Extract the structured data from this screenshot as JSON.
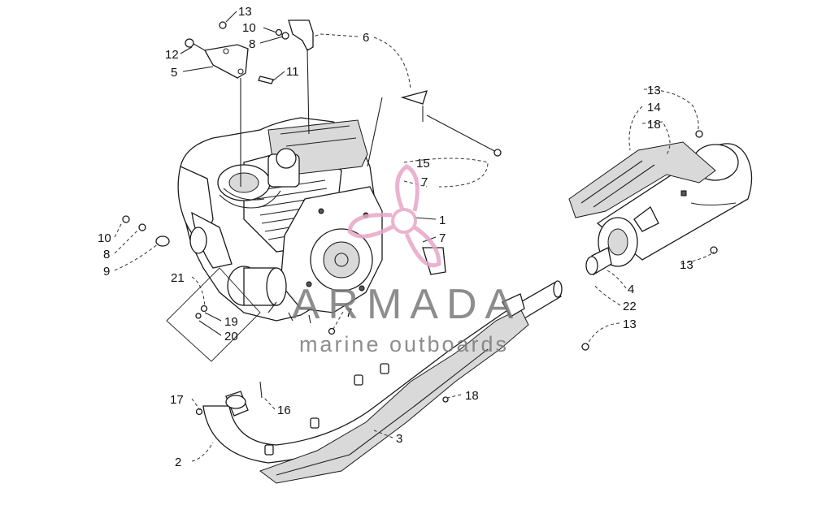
{
  "diagram": {
    "callouts": [
      {
        "id": "c13a",
        "text": "13"
      },
      {
        "id": "c10a",
        "text": "10"
      },
      {
        "id": "c8a",
        "text": "8"
      },
      {
        "id": "c6",
        "text": "6"
      },
      {
        "id": "c12",
        "text": "12"
      },
      {
        "id": "c5",
        "text": "5"
      },
      {
        "id": "c11",
        "text": "11"
      },
      {
        "id": "c13b",
        "text": "13"
      },
      {
        "id": "c14",
        "text": "14"
      },
      {
        "id": "c18a",
        "text": "18"
      },
      {
        "id": "c15",
        "text": "15"
      },
      {
        "id": "c7a",
        "text": "7"
      },
      {
        "id": "c1",
        "text": "1"
      },
      {
        "id": "c7b",
        "text": "7"
      },
      {
        "id": "c10b",
        "text": "10"
      },
      {
        "id": "c8b",
        "text": "8"
      },
      {
        "id": "c9",
        "text": "9"
      },
      {
        "id": "c13c",
        "text": "13"
      },
      {
        "id": "c21",
        "text": "21"
      },
      {
        "id": "c4",
        "text": "4"
      },
      {
        "id": "c22",
        "text": "22"
      },
      {
        "id": "c7c",
        "text": "7"
      },
      {
        "id": "c19",
        "text": "19"
      },
      {
        "id": "c13d",
        "text": "13"
      },
      {
        "id": "c20",
        "text": "20"
      },
      {
        "id": "c17",
        "text": "17"
      },
      {
        "id": "c18b",
        "text": "18"
      },
      {
        "id": "c16",
        "text": "16"
      },
      {
        "id": "c3",
        "text": "3"
      },
      {
        "id": "c2",
        "text": "2"
      }
    ]
  },
  "watermark": {
    "brand": "ARMADA",
    "tagline": "marine outboards",
    "colors": {
      "text": "#7a7a7a",
      "logo": "#e8a6c8"
    }
  }
}
